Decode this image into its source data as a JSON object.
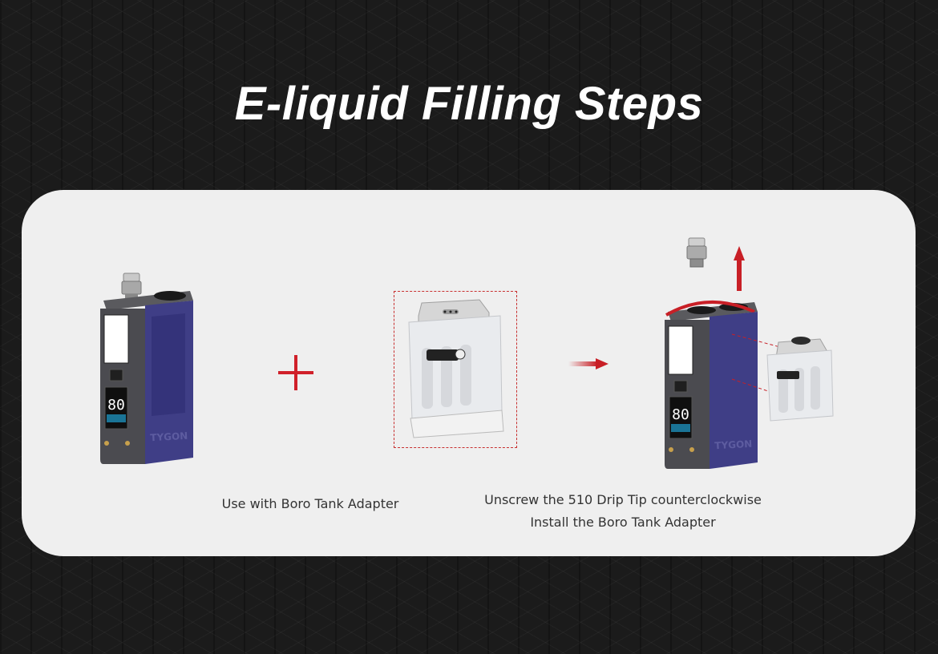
{
  "title": "E-liquid Filling Steps",
  "captions": {
    "step1": "Use with Boro Tank Adapter",
    "step2_line1": "Unscrew the 510 Drip Tip counterclockwise",
    "step2_line2": "Install the Boro Tank Adapter"
  },
  "device": {
    "screen_value": "80",
    "brand": "TYGON"
  },
  "colors": {
    "accent": "#d0202a",
    "panel": "#efefef",
    "device_body": "#3f3e86",
    "device_frame": "#5a5a5e"
  }
}
